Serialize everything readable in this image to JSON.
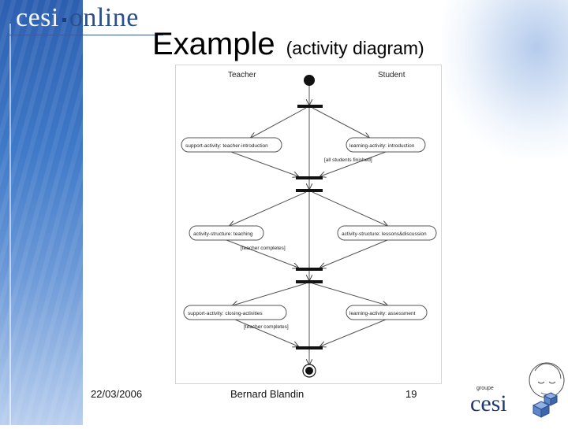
{
  "header": {
    "logo_left": "cesi",
    "logo_right": "online",
    "title": "Example",
    "subtitle": "(activity diagram)"
  },
  "diagram": {
    "lanes": {
      "teacher": "Teacher",
      "student": "Student"
    },
    "activities": {
      "a1_teacher": "support-activity: teacher-introduction",
      "a1_student": "learning-activity: introduction",
      "a2_teacher": "activity-structure: teaching",
      "a2_student": "activity-structure: lessons&discussion",
      "a3_teacher": "support-activity: closing-activities",
      "a3_student": "learning-activity: assessment"
    },
    "guards": {
      "g1": "[all students finished]",
      "g2": "[teacher completes]",
      "g3": "[teacher completes]"
    }
  },
  "footer": {
    "date": "22/03/2006",
    "author": "Bernard Blandin",
    "page": "19"
  },
  "corner_logo": {
    "small_text": "groupe",
    "brand": "cesi"
  }
}
